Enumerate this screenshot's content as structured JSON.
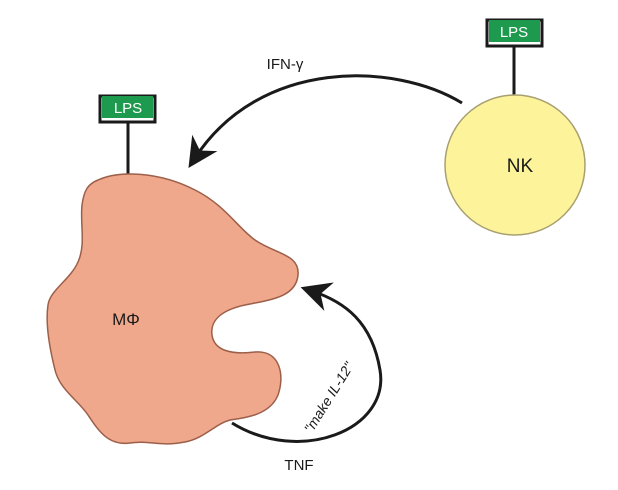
{
  "diagram": {
    "macrophage": {
      "label": "MΦ",
      "color": "#f0a88c"
    },
    "nk_cell": {
      "label": "NK",
      "color": "#fdf39a"
    },
    "lps_receptor_macrophage": {
      "label": "LPS",
      "color": "#1e9a4e"
    },
    "lps_receptor_nk": {
      "label": "LPS",
      "color": "#1e9a4e"
    },
    "arrow_ifn": {
      "label": "IFN-γ"
    },
    "arrow_tnf": {
      "label": "TNF",
      "annotation": "\"make IL-12\""
    }
  }
}
